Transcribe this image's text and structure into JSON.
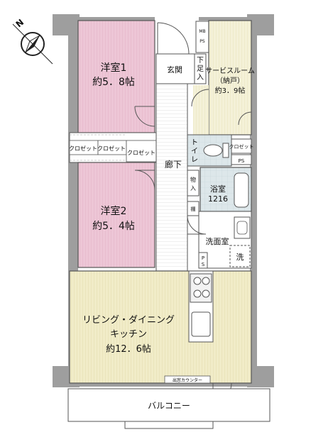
{
  "compass": {
    "north_label": "N"
  },
  "rooms": {
    "western1": {
      "name": "洋室1",
      "size": "約5．8帖"
    },
    "western2": {
      "name": "洋室2",
      "size": "約5．4帖"
    },
    "service_room": {
      "name": "サービスルーム",
      "sub": "（納戸）",
      "size": "約3．9帖"
    },
    "ldk": {
      "name": "リビング・ダイニング",
      "name2": "キッチン",
      "size": "約12．6帖"
    },
    "entrance": {
      "name": "玄関"
    },
    "corridor": {
      "name": "廊下"
    },
    "toilet": {
      "name": "トイレ"
    },
    "bath": {
      "name": "浴室",
      "size": "1216"
    },
    "washroom": {
      "name": "洗面室"
    },
    "balcony": {
      "name": "バルコニー"
    }
  },
  "labels": {
    "closet": "クロゼット",
    "shoe_box": "下足入",
    "storage": "物入",
    "shelf": "棚",
    "ps": "PS",
    "mb": "MB",
    "washer": "洗",
    "counter": "出窓カウンター"
  },
  "colors": {
    "western_rooms": "#ecc4d4",
    "service_room": "#f3efd4",
    "ldk": "#efe8c2",
    "wet_area": "#dbe6ea",
    "wall": "#9a9a9a"
  }
}
